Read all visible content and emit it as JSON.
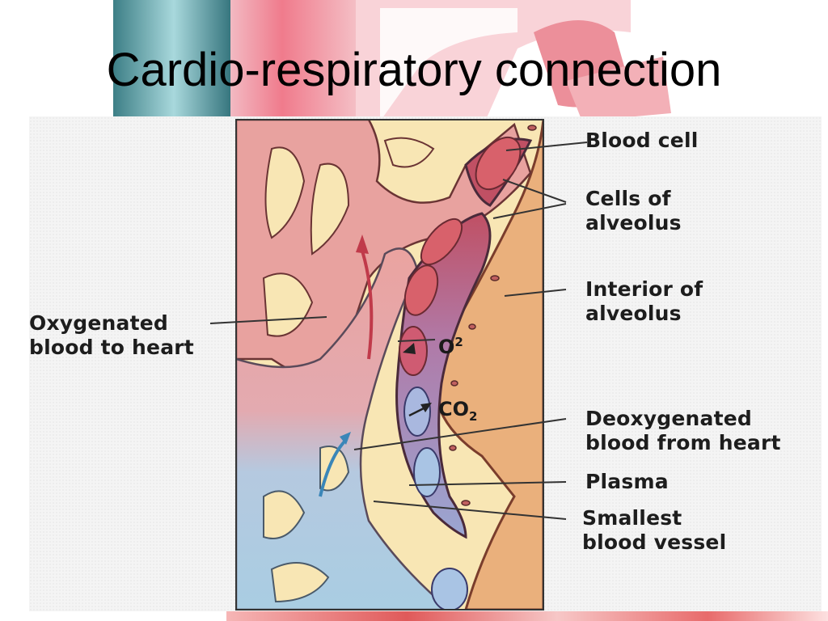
{
  "slide": {
    "title": "Cardio-respiratory connection"
  },
  "diagram": {
    "labels": {
      "blood_cell": "Blood cell",
      "cells_of_alveolus": "Cells of\nalveolus",
      "interior_of_alveolus": "Interior of\nalveolus",
      "oxygenated_blood": "Oxygenated\nblood to heart",
      "deoxygenated_blood": "Deoxygenated\nblood from heart",
      "plasma": "Plasma",
      "smallest_vessel": "Smallest\nblood vessel"
    },
    "gases": {
      "oxygen_base": "O",
      "oxygen_mark": "2",
      "carbon_dioxide_base": "CO",
      "carbon_dioxide_mark": "2"
    },
    "colors": {
      "alveolus_interior": "#eab07c",
      "tissue_cream": "#f8e6b4",
      "oxygenated_vessel": "#e8a29f",
      "deoxygenated_vessel": "#a9cbe0",
      "capillary_purple": "#b58fc2",
      "blood_cell_red": "#cc4a55",
      "outline": "#5b2e2e"
    }
  }
}
